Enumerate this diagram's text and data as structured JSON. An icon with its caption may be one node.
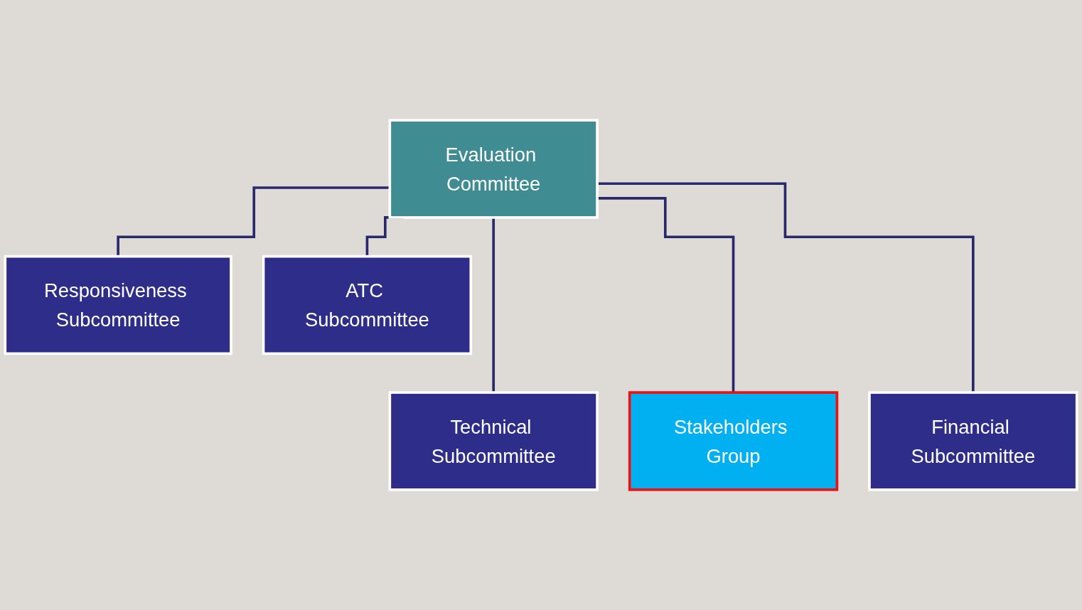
{
  "diagram": {
    "nodes": [
      {
        "text": [
          "Evaluation Committee"
        ]
      },
      {
        "text": [
          "Responsiveness Subcommittee"
        ]
      },
      {
        "text": [
          "ATC Subcommittee"
        ]
      },
      {
        "text": [
          "Technical Subcommittee"
        ]
      },
      {
        "text": [
          "Stakeholders Group"
        ]
      },
      {
        "text": [
          "Financial Subcommittee"
        ]
      }
    ],
    "edges": [
      {
        "from": 0,
        "to": 1,
        "arrow": "none"
      },
      {
        "from": 0,
        "to": 2,
        "arrow": "none"
      },
      {
        "from": 0,
        "to": 3,
        "arrow": "none"
      },
      {
        "from": 0,
        "to": 4,
        "arrow": "none"
      },
      {
        "from": 0,
        "to": 5,
        "arrow": "none"
      }
    ]
  }
}
